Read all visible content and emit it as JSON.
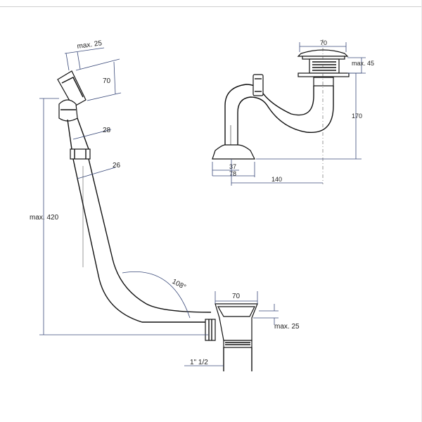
{
  "drawing": {
    "overflow_assembly": {
      "dim_max25_top": "max. 25",
      "dim_70_head": "70",
      "dim_28": "28",
      "dim_26": "26",
      "dim_max420": "max. 420",
      "dim_angle": "108°",
      "dim_70_outlet": "70",
      "dim_max25_outlet": "max. 25",
      "dim_thread": "1\" 1/2"
    },
    "trap_assembly": {
      "dim_70_plug": "70",
      "dim_max45": "max. 45",
      "dim_170": "170",
      "dim_37": "37",
      "dim_78": "78",
      "dim_140": "140"
    }
  }
}
